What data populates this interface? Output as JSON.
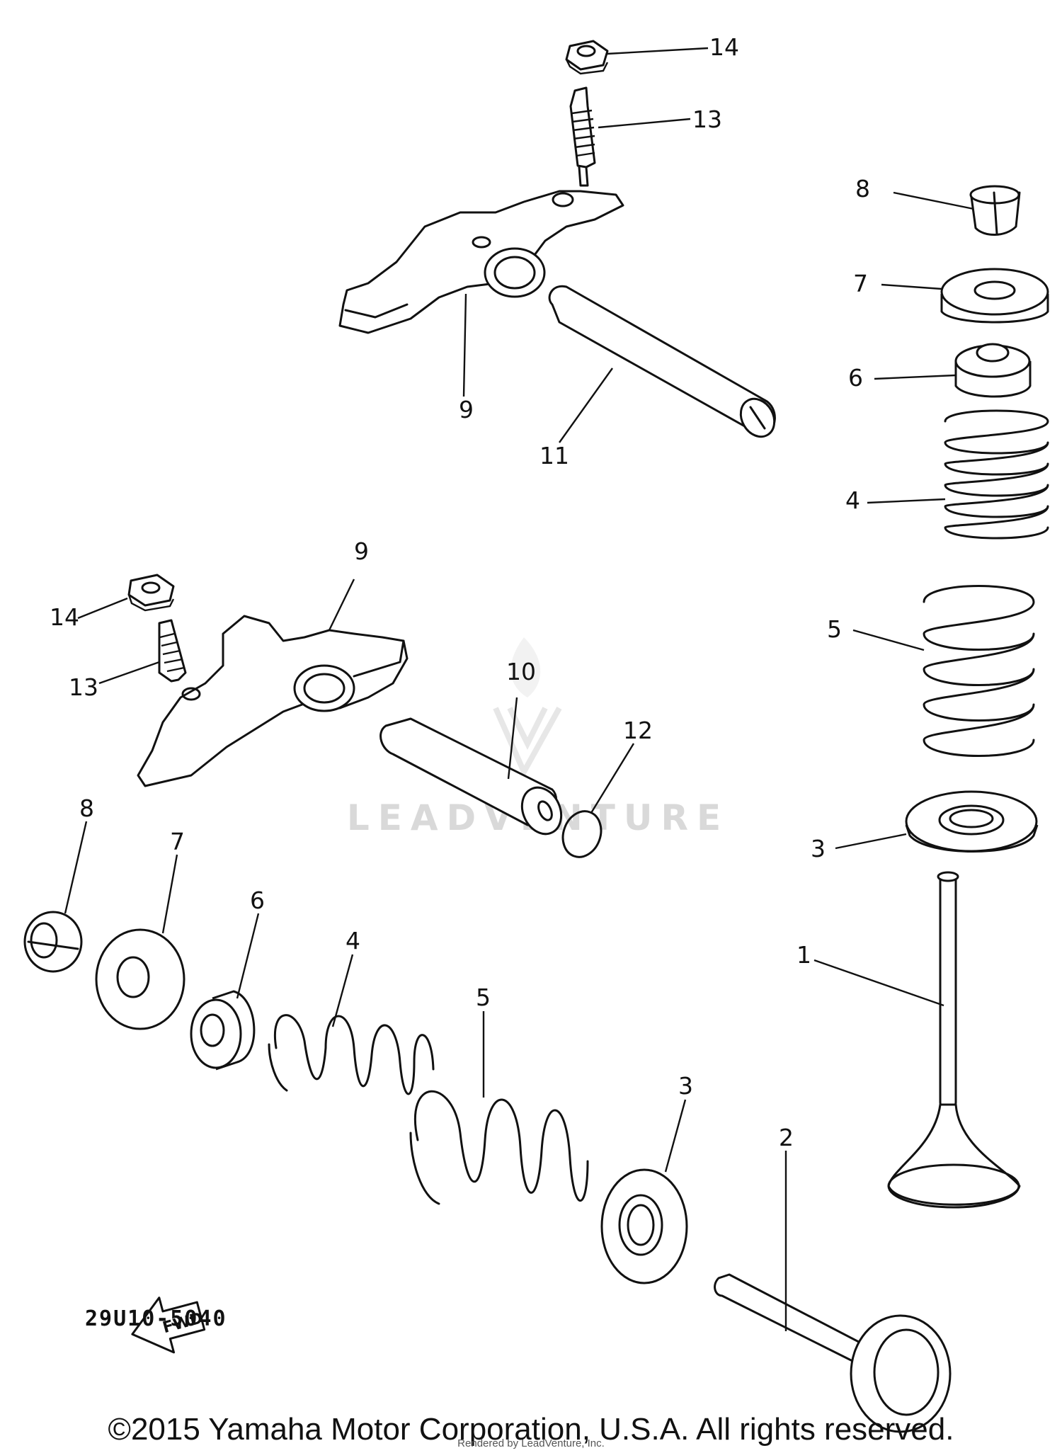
{
  "diagram": {
    "part_code": "29U10-5040",
    "fwd_label": "FWD",
    "watermark": "LEADVENTURE",
    "callouts": [
      "14",
      "13",
      "8",
      "7",
      "6",
      "9",
      "11",
      "4",
      "9",
      "14",
      "13",
      "10",
      "12",
      "5",
      "8",
      "7",
      "3",
      "6",
      "4",
      "1",
      "5",
      "3",
      "2"
    ]
  },
  "footer": {
    "copyright": "©2015 Yamaha Motor Corporation, U.S.A. All rights reserved.",
    "rendered_by": "Rendered by LeadVenture, Inc."
  }
}
